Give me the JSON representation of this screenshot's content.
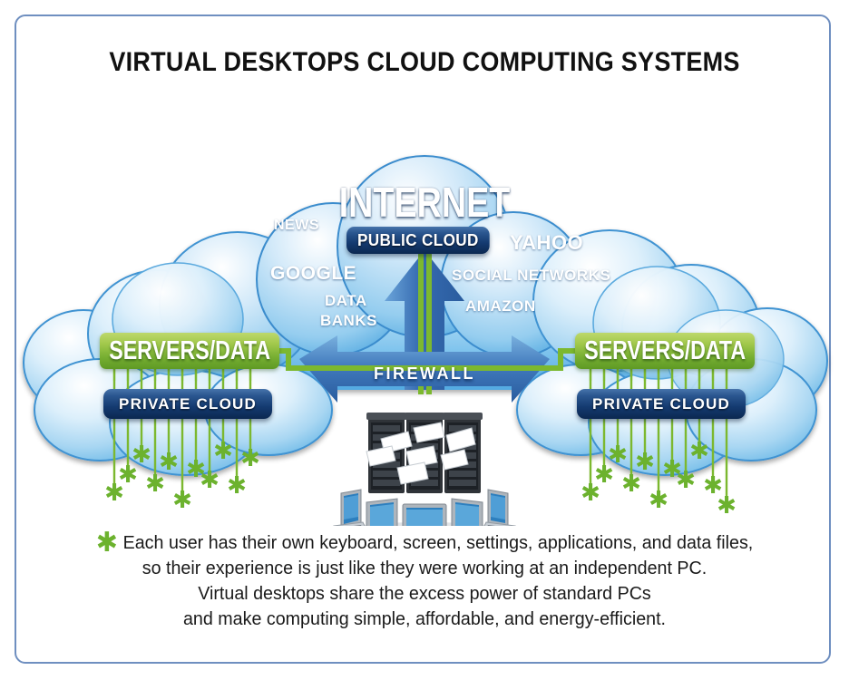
{
  "page": {
    "title": "VIRTUAL DESKTOPS CLOUD COMPUTING SYSTEMS",
    "border_color": "#6f8fc0",
    "background": "#ffffff"
  },
  "colors": {
    "cloud_light": "#eaf4fc",
    "cloud_mid": "#8dc8ee",
    "cloud_deep": "#4aa3dd",
    "cloud_outline": "#2f86c9",
    "green_accent": "#7cb82f",
    "green_badge_top": "#bdd86b",
    "green_badge_bottom": "#5e9a24",
    "navy_badge_top": "#4774ab",
    "navy_badge_bottom": "#0b2850",
    "arrow_blue_light": "#5f9fd6",
    "arrow_blue_dark": "#2c62a8",
    "text_dark": "#1a1a1a",
    "text_white": "#ffffff"
  },
  "public_cloud": {
    "heading": "INTERNET",
    "badge": "PUBLIC CLOUD",
    "services": [
      {
        "label": "NEWS"
      },
      {
        "label": "GOOGLE"
      },
      {
        "label": "DATA"
      },
      {
        "label": "BANKS"
      },
      {
        "label": "YAHOO"
      },
      {
        "label": "SOCIAL NETWORKS"
      },
      {
        "label": "AMAZON"
      }
    ]
  },
  "firewall": {
    "label": "FIREWALL"
  },
  "private_clouds": [
    {
      "side": "left",
      "servers_label": "SERVERS/DATA",
      "badge": "PRIVATE CLOUD",
      "terminal_count": 11
    },
    {
      "side": "right",
      "servers_label": "SERVERS/DATA",
      "badge": "PRIVATE CLOUD",
      "terminal_count": 11
    }
  ],
  "center_graphic": {
    "name": "server-rack-and-laptops",
    "server_cabinets": 3,
    "laptops": 5,
    "papers": 7
  },
  "caption": {
    "bullet": "*",
    "lines": [
      "Each user has their own keyboard, screen, settings, applications, and data files,",
      "so their experience is just like they were working at an independent PC.",
      "Virtual desktops share the excess power of standard PCs",
      "and make computing simple, affordable, and energy-efficient."
    ]
  }
}
